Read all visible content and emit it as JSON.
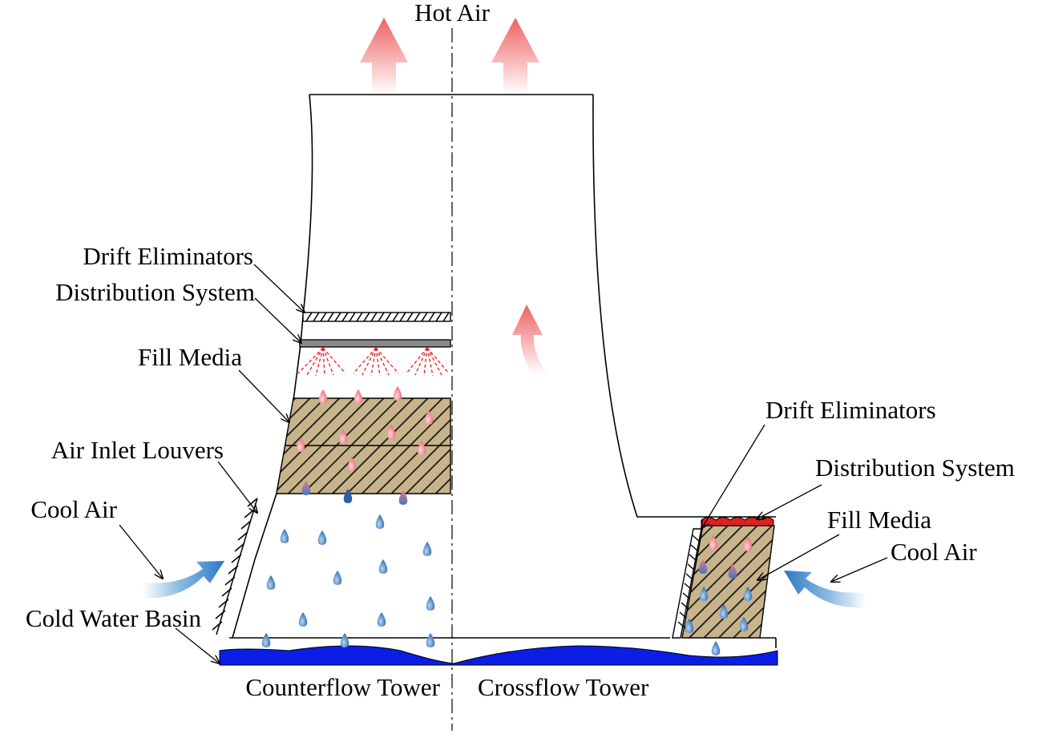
{
  "labels": {
    "hot_air": "Hot Air",
    "left_drift_eliminators": "Drift Eliminators",
    "left_distribution_system": "Distribution System",
    "left_fill_media": "Fill Media",
    "air_inlet_louvers": "Air Inlet Louvers",
    "left_cool_air": "Cool Air",
    "cold_water_basin": "Cold Water Basin",
    "right_drift_eliminators": "Drift Eliminators",
    "right_distribution_system": "Distribution System",
    "right_fill_media": "Fill Media",
    "right_cool_air": "Cool Air"
  },
  "captions": {
    "counterflow": "Counterflow Tower",
    "crossflow": "Crossflow Tower"
  },
  "colors": {
    "fill_media": "#c8b48a",
    "hatch": "#1a1a1a",
    "water": "#0a1ee6",
    "hot_arrow": "#f07070",
    "cool_arrow": "#3a86c8",
    "hot_drop": "#f06d7a",
    "cold_drop": "#2a6fc0",
    "spray": "#ee2222",
    "distribution_bar": "#888888",
    "crossflow_distribution": "#dd2020"
  }
}
